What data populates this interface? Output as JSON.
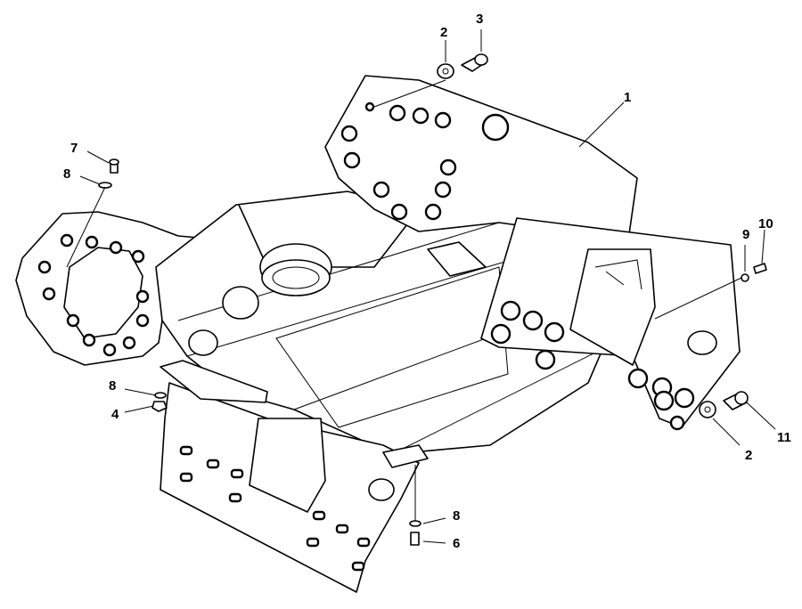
{
  "callouts": [
    "1",
    "2",
    "3",
    "2",
    "7",
    "8",
    "8",
    "4",
    "9",
    "10",
    "11",
    "8",
    "6"
  ]
}
